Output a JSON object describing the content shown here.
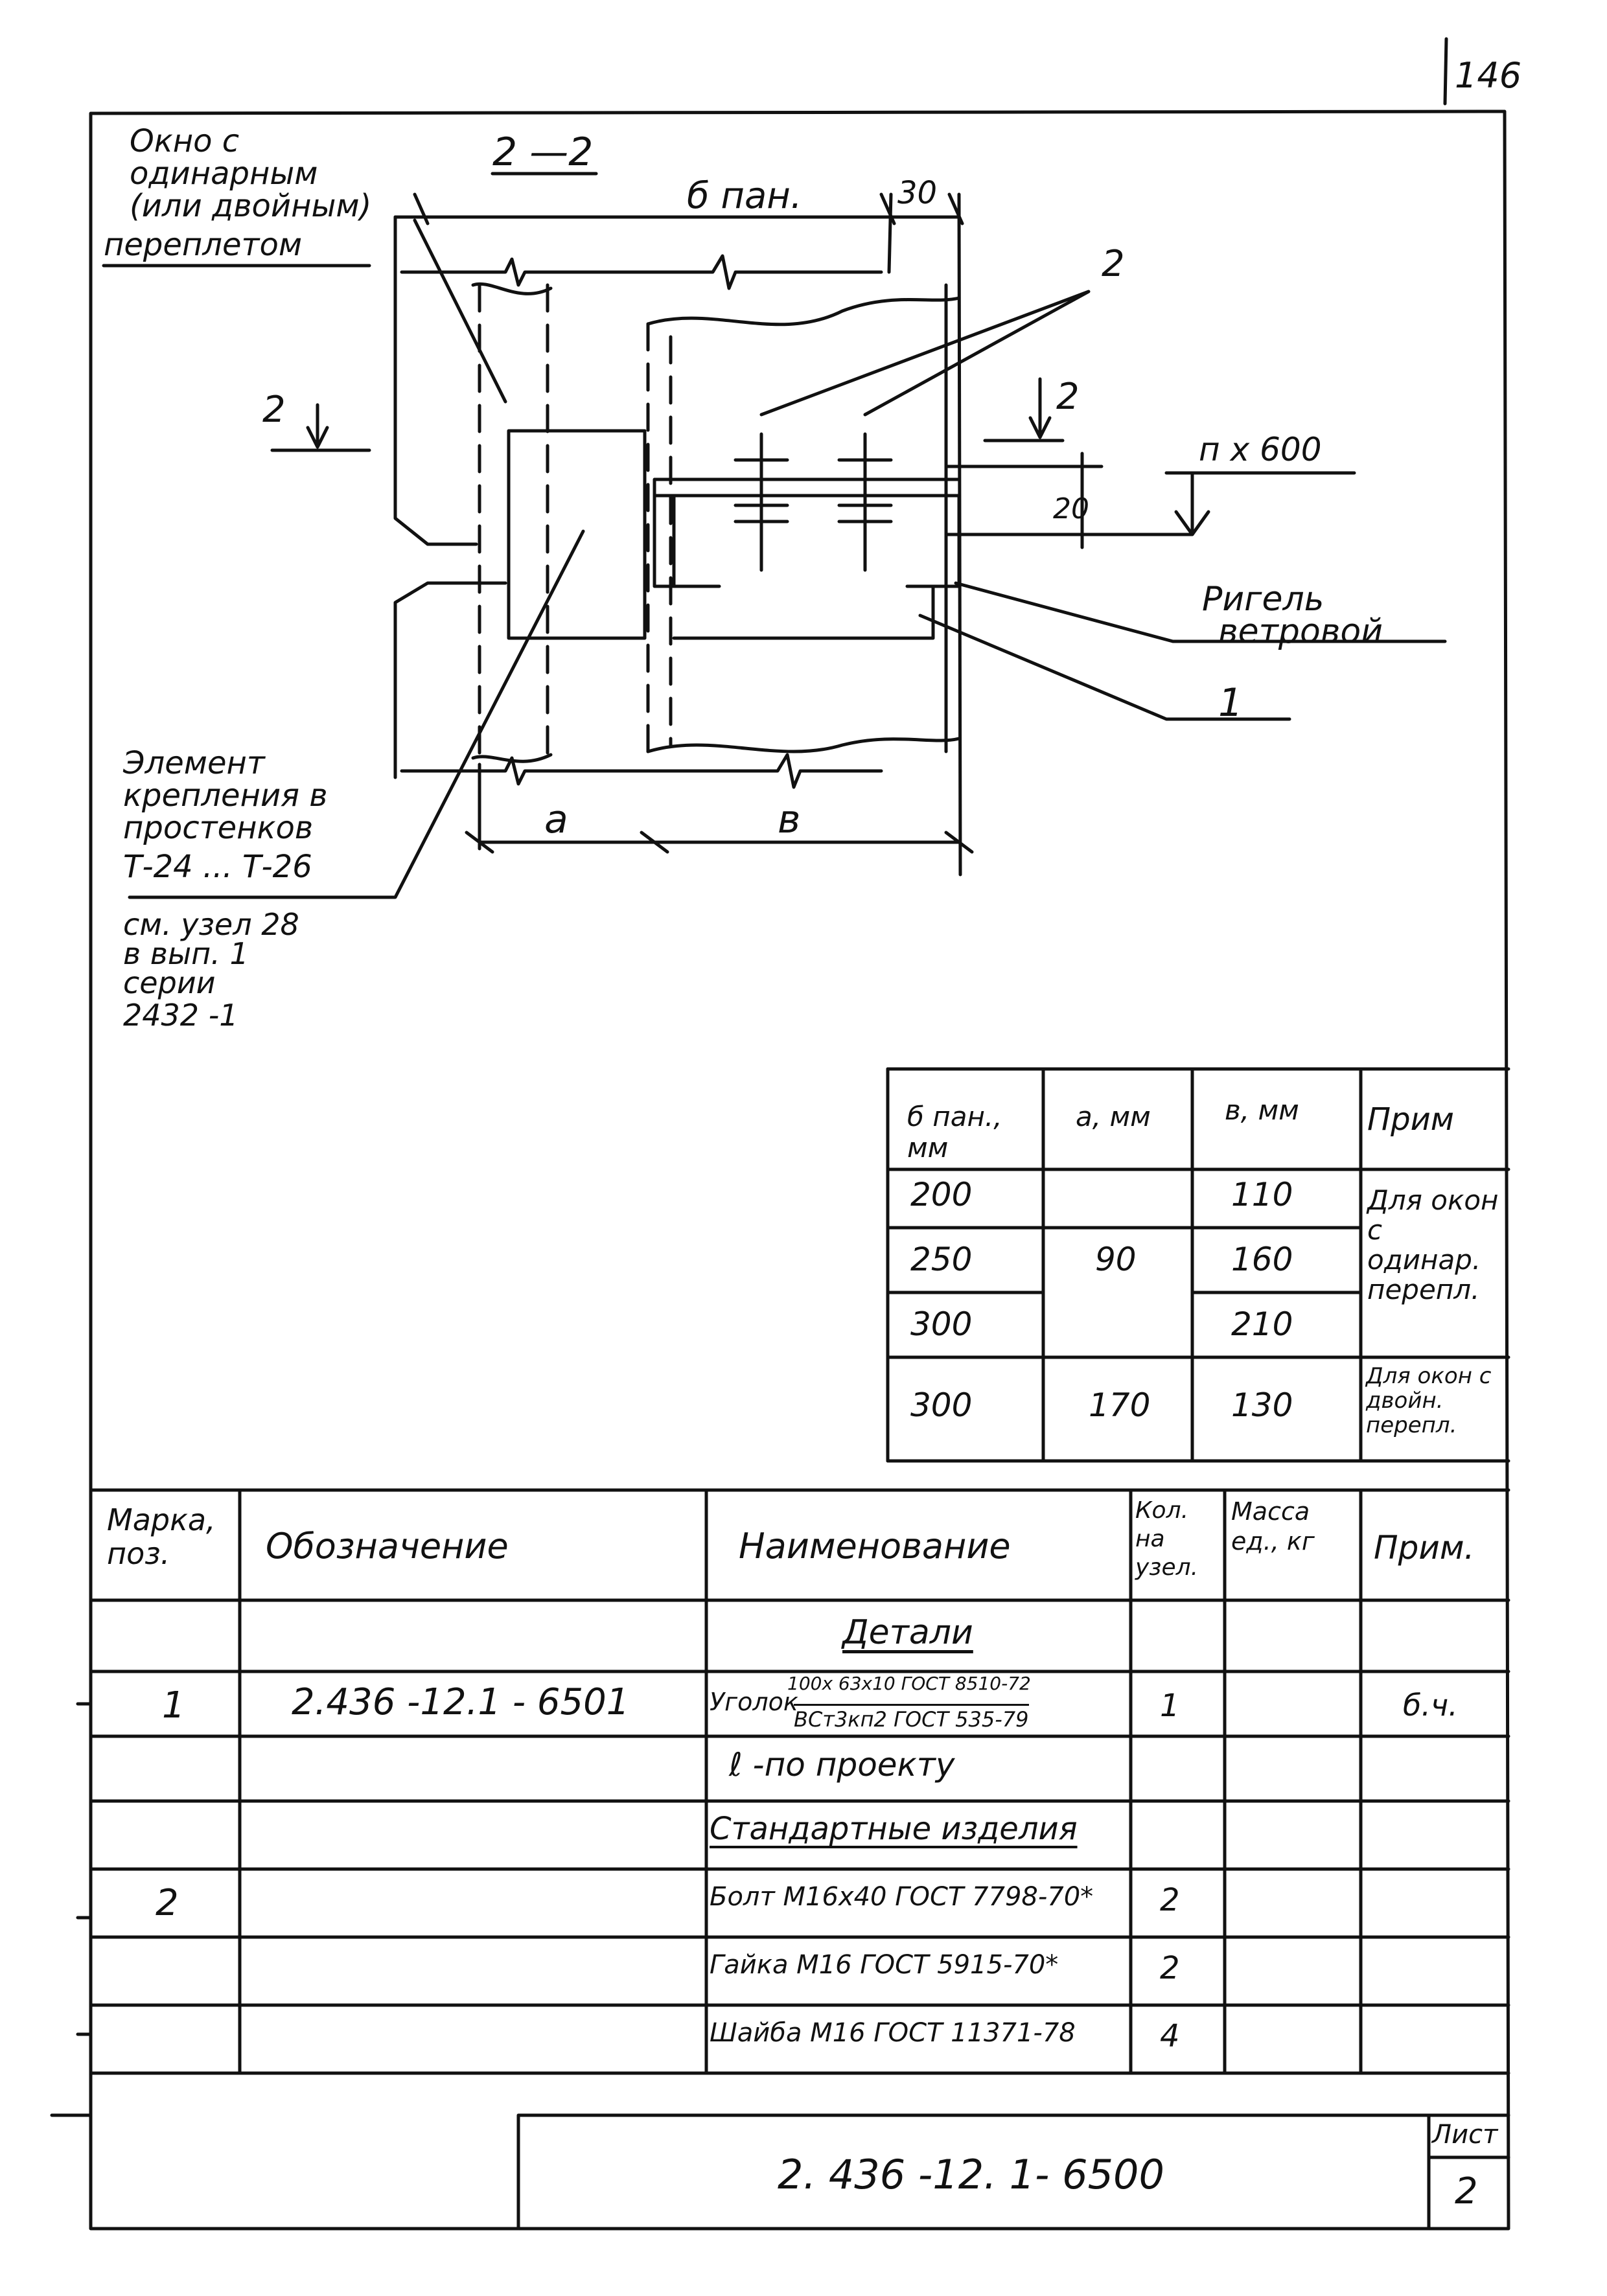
{
  "page_number": "146",
  "section_label": "2 —2",
  "cut_marker": "2",
  "window_label": [
    "Окно с",
    "одинарным",
    "(или двойным)",
    "переплетом"
  ],
  "element_label": [
    "Элемент",
    "крепления в",
    "простенков",
    "Т-24 ... Т-26"
  ],
  "reference_label": [
    "см. узел 28",
    "в вып. 1",
    "серии",
    "2432 -1"
  ],
  "panel_width_label": "б пан.",
  "gap_label": "30",
  "callout_2": "2",
  "callout_1": "1",
  "dim_20": "20",
  "level_label": "п х 600",
  "riegel_label": [
    "Ригель",
    "ветровой"
  ],
  "dim_a": "а",
  "dim_b": "в",
  "size_table": {
    "headers": [
      "б пан., мм",
      "а, мм",
      "в, мм",
      "Прим"
    ],
    "rows": [
      {
        "b_pan": "200",
        "a": "",
        "v": "110",
        "note": ""
      },
      {
        "b_pan": "250",
        "a": "90",
        "v": "160",
        "note": ""
      },
      {
        "b_pan": "300",
        "a": "",
        "v": "210",
        "note": ""
      },
      {
        "b_pan": "300",
        "a": "170",
        "v": "130",
        "note": "Для окон с двойн. перепл."
      }
    ],
    "note_single": "Для окон с одинар. перепл."
  },
  "spec_table": {
    "headers": {
      "mark": "Марка, поз.",
      "designation": "Обозначение",
      "name": "Наименование",
      "qty": "Кол. на узел.",
      "mass": "Масса ед., кг",
      "note": "Прим."
    },
    "section_details": "Детали",
    "row1": {
      "mark": "1",
      "designation": "2.436 -12.1 - 6501",
      "name_prefix": "Уголок",
      "name_top": "100х 63х10 ГОСТ 8510-72",
      "name_bottom": "ВСт3кп2 ГОСТ 535-79",
      "qty": "1",
      "note": "б.ч."
    },
    "row_length": "ℓ -по проекту",
    "section_standard": "Стандартные изделия",
    "row2": {
      "mark": "2",
      "name": "Болт М16х40 ГОСТ 7798-70*",
      "qty": "2"
    },
    "row3": {
      "name": "Гайка М16 ГОСТ 5915-70*",
      "qty": "2"
    },
    "row4": {
      "name": "Шайба М16 ГОСТ 11371-78",
      "qty": "4"
    }
  },
  "title_block": {
    "doc_number": "2. 436 -12. 1- 6500",
    "sheet_label": "Лист",
    "sheet_number": "2"
  }
}
